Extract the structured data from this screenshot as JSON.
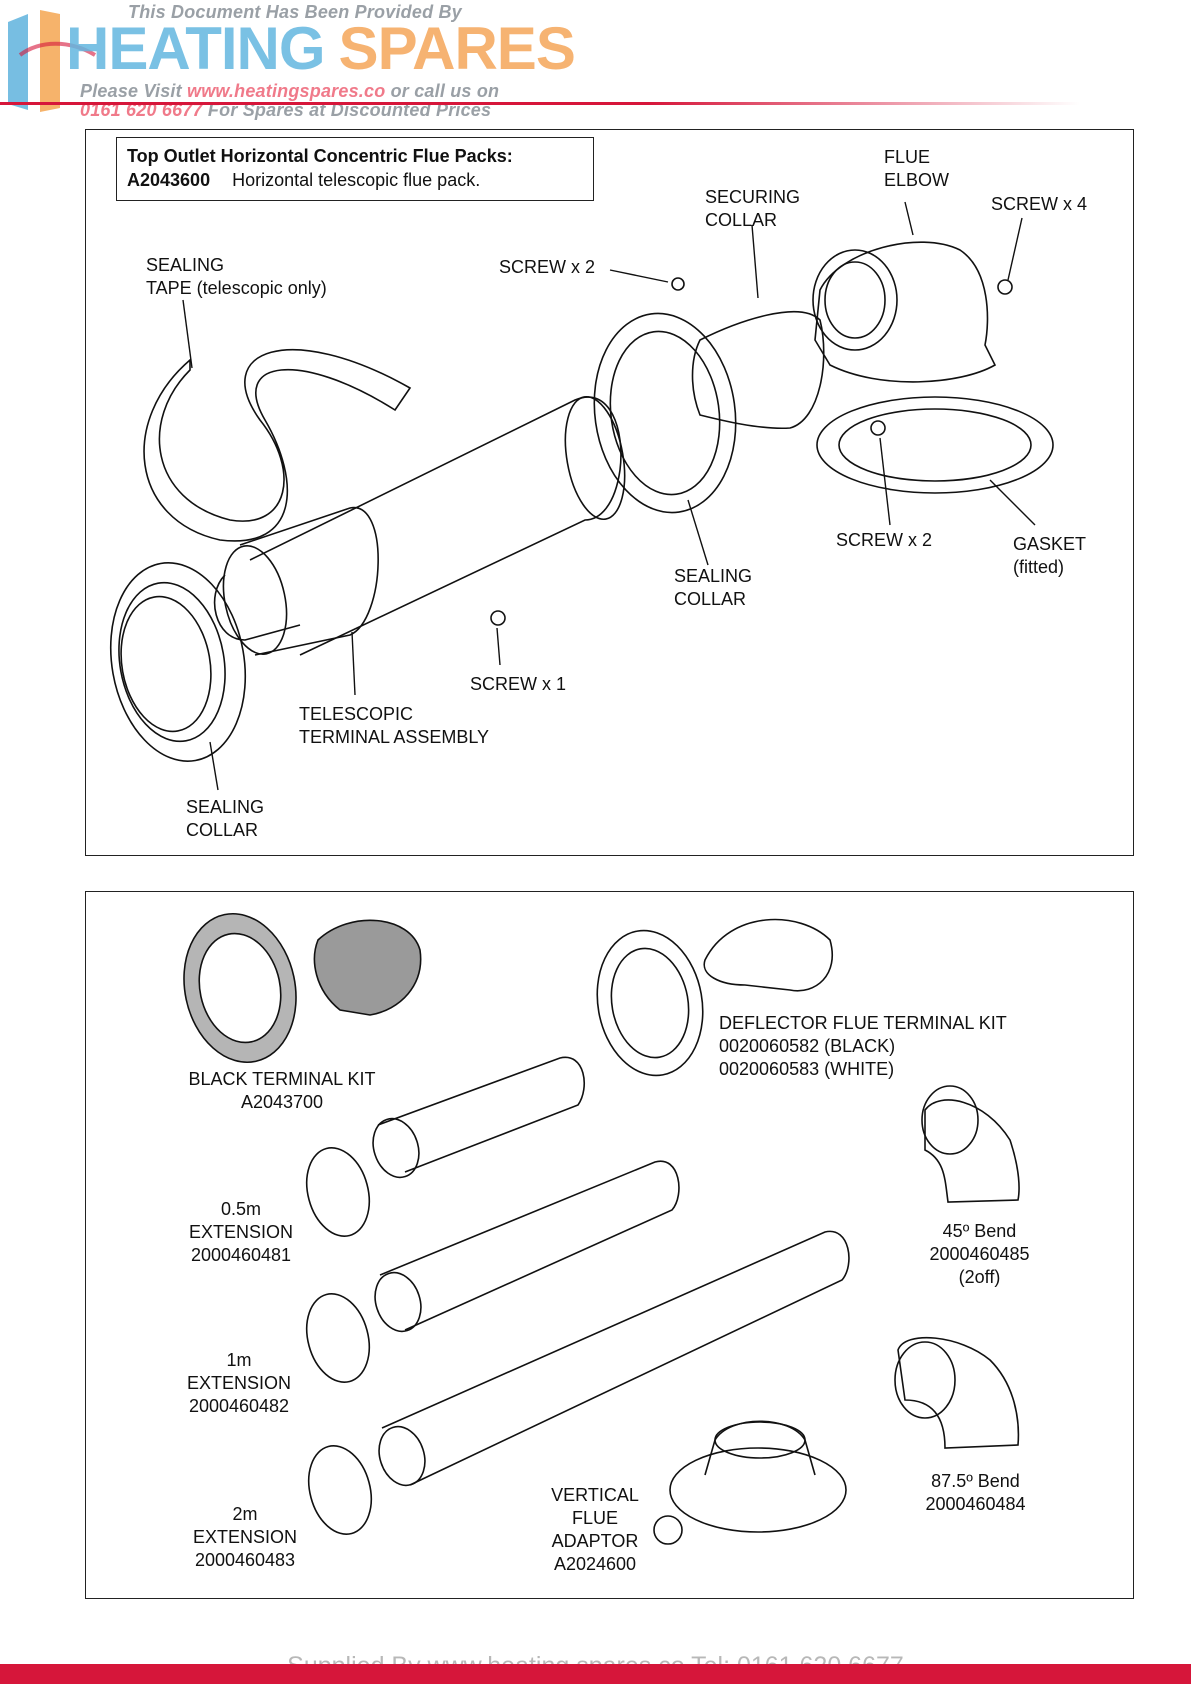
{
  "watermark": {
    "provided_by": "This Document Has Been Provided By",
    "brand_part1": "HEATING",
    "brand_part2": "SPARES",
    "visit_prefix": "Please Visit ",
    "visit_url": "www.heatingspares.co",
    "visit_suffix": " or call us on",
    "phone": "0161 620 6677",
    "phone_suffix": " For Spares at Discounted Prices",
    "colors": {
      "blue": "#4aa8d8",
      "orange": "#f39a3a",
      "red": "#d6163a",
      "grey": "#9aa0a6"
    }
  },
  "panel_top": {
    "title_box": {
      "heading": "Top Outlet Horizontal Concentric Flue Packs:",
      "code": "A2043600",
      "desc": "Horizontal telescopic flue pack."
    },
    "labels": {
      "flue_elbow": "FLUE\nELBOW",
      "securing_collar": "SECURING\nCOLLAR",
      "screw_x4": "SCREW x 4",
      "screw_x2_top": "SCREW x 2",
      "sealing_tape": "SEALING\nTAPE (telescopic only)",
      "screw_x2_bottom": "SCREW x 2",
      "gasket": "GASKET\n(fitted)",
      "sealing_collar_mid": "SEALING\nCOLLAR",
      "screw_x1": "SCREW x 1",
      "telescopic_terminal": "TELESCOPIC\nTERMINAL ASSEMBLY",
      "sealing_collar_left": "SEALING\nCOLLAR"
    }
  },
  "panel_bottom": {
    "labels": {
      "black_terminal": "BLACK TERMINAL KIT\nA2043700",
      "deflector": "DEFLECTOR FLUE TERMINAL KIT\n0020060582 (BLACK)\n0020060583 (WHITE)",
      "ext_05": "0.5m\nEXTENSION\n2000460481",
      "ext_1": "1m\nEXTENSION\n2000460482",
      "ext_2": "2m\nEXTENSION\n2000460483",
      "bend_45": "45º Bend\n2000460485\n(2off)",
      "bend_875": "87.5º Bend\n2000460484",
      "vertical_adaptor": "VERTICAL\nFLUE\nADAPTOR\nA2024600"
    }
  },
  "footer": {
    "text": "Supplied By www.heating spares.co  Tel: 0161 620 6677"
  }
}
